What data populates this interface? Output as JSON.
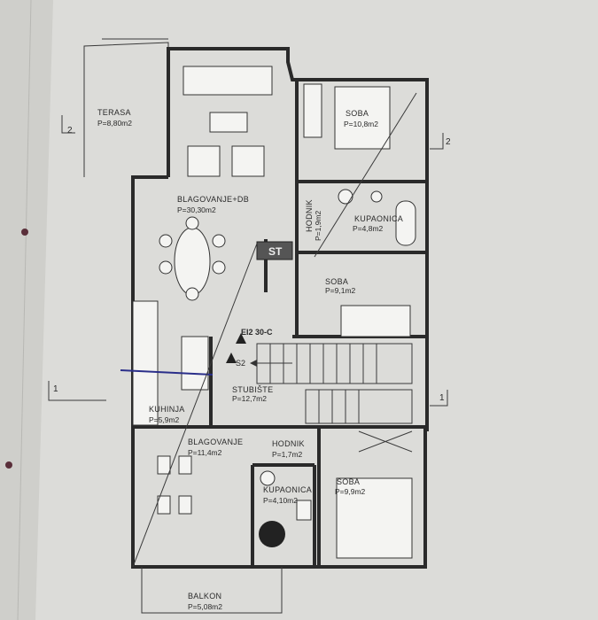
{
  "rooms": {
    "terasa": {
      "name": "TERASA",
      "area": "P=8,80m2"
    },
    "blagovanje_db": {
      "name": "BLAGOVANJE+DB",
      "area": "P=30,30m2"
    },
    "soba_1": {
      "name": "SOBA",
      "area": "P=10,8m2"
    },
    "hodnik_1": {
      "name": "HODNIK",
      "area": "P=1,9m2"
    },
    "kupaonica_1": {
      "name": "KUPAONICA",
      "area": "P=4,8m2"
    },
    "soba_2": {
      "name": "SOBA",
      "area": "P=9,1m2"
    },
    "stubiste": {
      "name": "STUBIŠTE",
      "area": "P=12,7m2"
    },
    "kuhinja": {
      "name": "KUHINJA",
      "area": "P=5,9m2"
    },
    "blagovanje": {
      "name": "BLAGOVANJE",
      "area": "P=11,4m2"
    },
    "hodnik_2": {
      "name": "HODNIK",
      "area": "P=1,7m2"
    },
    "kupaonica_2": {
      "name": "KUPAONICA",
      "area": "P=4,10m2"
    },
    "soba_3": {
      "name": "SOBA",
      "area": "P=9,9m2"
    },
    "balkon": {
      "name": "BALKON",
      "area": "P=5,08m2"
    }
  },
  "symbols": {
    "st_label": "ST",
    "ei_label": "EI2 30-C",
    "s2_label": "S2"
  },
  "section_marks": {
    "left_2": "2",
    "right_2": "2",
    "left_1": "1",
    "right_1": "1"
  }
}
